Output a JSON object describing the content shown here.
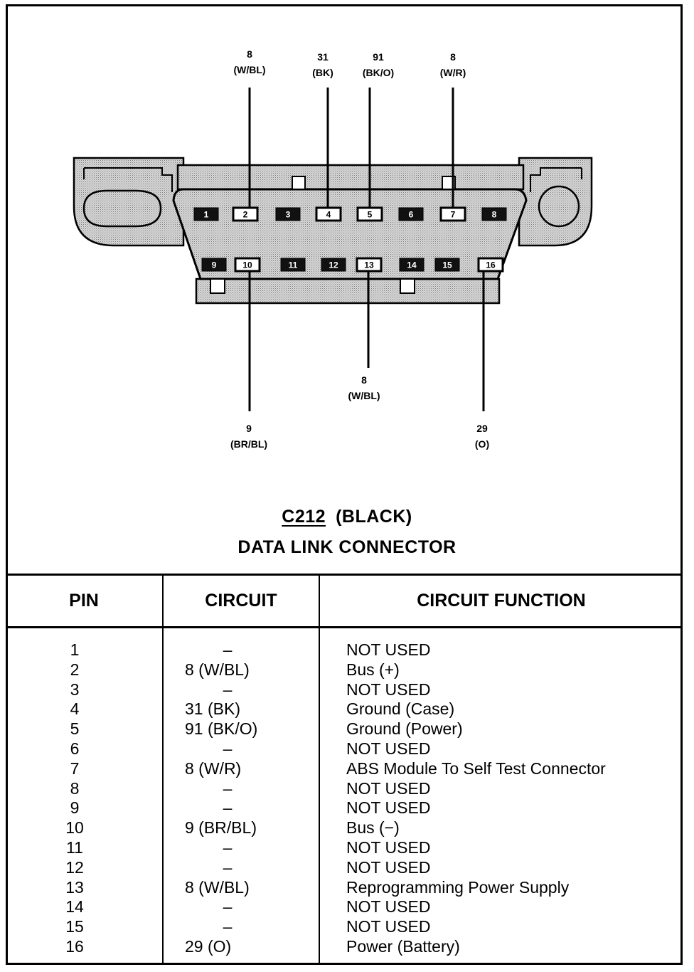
{
  "connector": {
    "id": "C212",
    "color": "(BLACK)",
    "name": "DATA LINK CONNECTOR"
  },
  "wire_labels": {
    "pin2": {
      "circuit": "8",
      "color": "(W/BL)"
    },
    "pin4": {
      "circuit": "31",
      "color": "(BK)"
    },
    "pin5": {
      "circuit": "91",
      "color": "(BK/O)"
    },
    "pin7": {
      "circuit": "8",
      "color": "(W/R)"
    },
    "pin10": {
      "circuit": "9",
      "color": "(BR/BL)"
    },
    "pin13": {
      "circuit": "8",
      "color": "(W/BL)"
    },
    "pin16": {
      "circuit": "29",
      "color": "(O)"
    }
  },
  "table": {
    "headers": {
      "pin": "PIN",
      "circuit": "CIRCUIT",
      "function": "CIRCUIT FUNCTION"
    },
    "rows": [
      {
        "pin": "1",
        "circuit": "–",
        "function": "NOT USED"
      },
      {
        "pin": "2",
        "circuit": "8 (W/BL)",
        "function": "Bus (+)"
      },
      {
        "pin": "3",
        "circuit": "–",
        "function": "NOT USED"
      },
      {
        "pin": "4",
        "circuit": "31 (BK)",
        "function": "Ground (Case)"
      },
      {
        "pin": "5",
        "circuit": "91 (BK/O)",
        "function": "Ground (Power)"
      },
      {
        "pin": "6",
        "circuit": "–",
        "function": "NOT USED"
      },
      {
        "pin": "7",
        "circuit": "8 (W/R)",
        "function": "ABS Module To Self Test Connector"
      },
      {
        "pin": "8",
        "circuit": "–",
        "function": "NOT USED"
      },
      {
        "pin": "9",
        "circuit": "–",
        "function": "NOT USED"
      },
      {
        "pin": "10",
        "circuit": "9 (BR/BL)",
        "function": "Bus (−)"
      },
      {
        "pin": "11",
        "circuit": "–",
        "function": "NOT USED"
      },
      {
        "pin": "12",
        "circuit": "–",
        "function": "NOT USED"
      },
      {
        "pin": "13",
        "circuit": "8 (W/BL)",
        "function": "Reprogramming Power Supply"
      },
      {
        "pin": "14",
        "circuit": "–",
        "function": "NOT USED"
      },
      {
        "pin": "15",
        "circuit": "–",
        "function": "NOT USED"
      },
      {
        "pin": "16",
        "circuit": "29 (O)",
        "function": "Power (Battery)"
      }
    ]
  }
}
